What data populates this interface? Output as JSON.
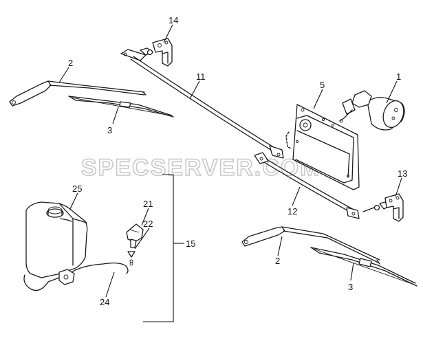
{
  "watermark": "SPECSERVER.COM",
  "callouts": {
    "motor": "1",
    "wiper_arm_left": "2",
    "wiper_arm_right": "2",
    "wiper_blade_left": "3",
    "wiper_blade_right": "3",
    "linkage_plate": "5",
    "link_rod_upper": "11",
    "link_rod_lower": "12",
    "pivot_right": "13",
    "pivot_left": "14",
    "washer_group": "15",
    "nozzle": "21",
    "clip": "22",
    "washer_hose": "24",
    "washer_reservoir": "25"
  }
}
